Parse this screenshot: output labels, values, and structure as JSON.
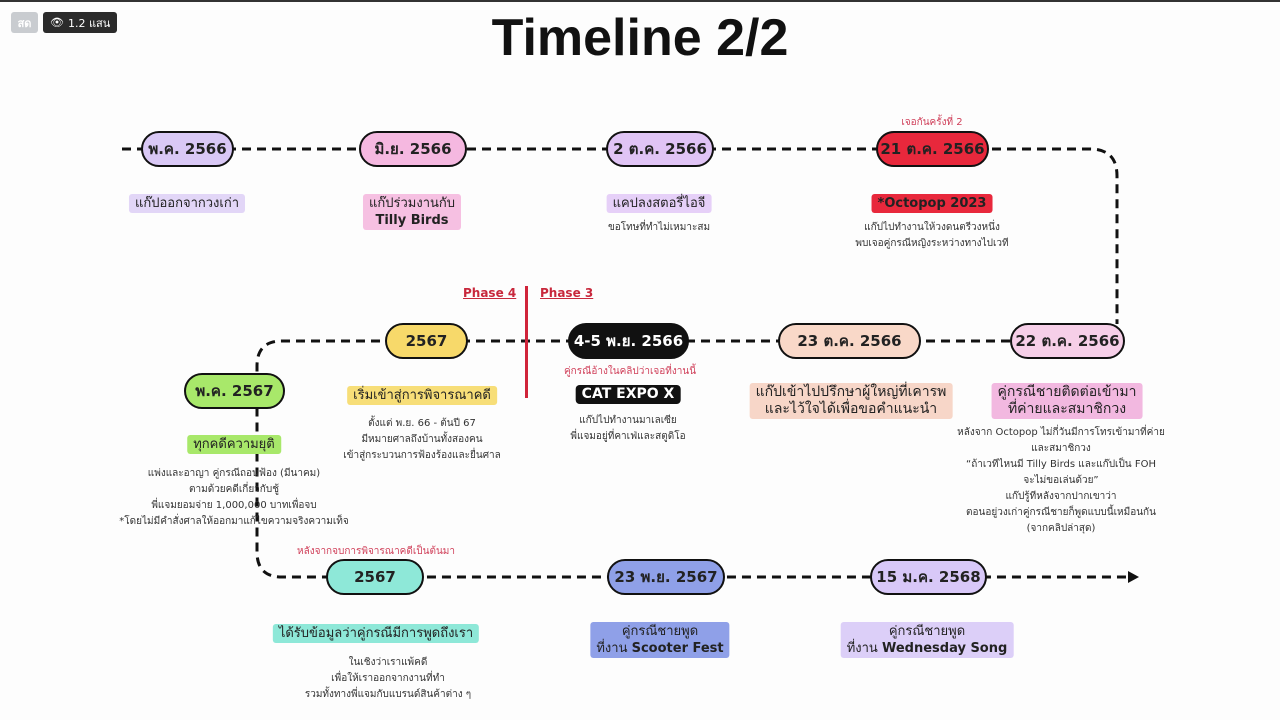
{
  "stream": {
    "live_label": "สด",
    "views": "1.2 แสน",
    "eye_icon": "eye-icon"
  },
  "title": "Timeline 2/2",
  "phases": {
    "left": "Phase 4",
    "right": "Phase 3"
  },
  "colors": {
    "phase_line": "#d0243a",
    "dash": "#111111"
  },
  "events": {
    "e1": {
      "date": "พ.ค. 2566",
      "label": "แก๊ปออกจากวงเก่า"
    },
    "e2": {
      "date": "มิ.ย. 2566",
      "label": "แก๊ปร่วมงานกับ",
      "label_bold": "Tilly Birds"
    },
    "e3": {
      "date": "2 ต.ค. 2566",
      "label": "แคปลงสตอรี่ไอจี",
      "note": "ขอโทษที่ทำไม่เหมาะสม"
    },
    "e4": {
      "date": "21 ต.ค. 2566",
      "top_note": "เจอกันครั้งที่ 2",
      "label": "*Octopop 2023",
      "note1": "แก๊ปไปทำงานให้วงดนตรีวงหนึ่ง",
      "note2": "พบเจอคู่กรณีหญิงระหว่างทางไปเวที"
    },
    "e5": {
      "date": "22 ต.ค. 2566",
      "label1": "คู่กรณีชายติดต่อเข้ามา",
      "label2": "ที่ค่ายและสมาชิกวง",
      "notes": [
        "หลังจาก Octopop ไม่กี่วันมีการโทรเข้ามาที่ค่าย",
        "และสมาชิกวง",
        "“ถ้าเวทีไหนมี Tilly Birds และแก๊ปเป็น FOH",
        "จะไม่ขอเล่นด้วย”",
        "แก๊ปรู้ทีหลังจากปากเขาว่า",
        "ตอนอยู่วงเก่าคู่กรณีชายก็พูดแบบนี้เหมือนกัน",
        "(จากคลิปล่าสุด)"
      ]
    },
    "e6": {
      "date": "23 ต.ค. 2566",
      "label1": "แก๊ปเข้าไปปรึกษาผู้ใหญ่ที่เคารพ",
      "label2": "และไว้ใจได้เพื่อขอคำแนะนำ"
    },
    "e7": {
      "date": "4-5 พ.ย. 2566",
      "top_note": "คู่กรณีอ้างในคลิปว่าเจอที่งานนี้",
      "label": "CAT EXPO X",
      "note1": "แก๊ปไปทำงานมาเลเซีย",
      "note2": "พี่แจมอยู่ที่คาเฟ่และสตูดิโอ"
    },
    "e8": {
      "date": "2567",
      "label": "เริ่มเข้าสู่การพิจารณาคดี",
      "notes": [
        "ตั้งแต่ พ.ย. 66 - ต้นปี 67",
        "มีหมายศาลถึงบ้านทั้งสองคน",
        "เข้าสู่กระบวนการฟ้องร้องและยื่นศาล"
      ]
    },
    "e9": {
      "date": "พ.ค. 2567",
      "label": "ทุกคดีความยุติ",
      "notes": [
        "แพ่งและอาญา คู่กรณีถอนฟ้อง (มีนาคม)",
        "ตามด้วยคดีเกี่ยวกับชู้",
        "พี่แจมยอมจ่าย 1,000,000 บาทเพื่อจบ",
        "*โดยไม่มีคำสั่งศาลให้ออกมาแก้ไขความจริงความเท็จ"
      ]
    },
    "e10": {
      "date": "2567",
      "top_note": "หลังจากจบการพิจารณาคดีเป็นต้นมา",
      "label": "ได้รับข้อมูลว่าคู่กรณีมีการพูดถึงเรา",
      "notes": [
        "ในเชิงว่าเราแพ้คดี",
        "เพื่อให้เราออกจากงานที่ทำ",
        "รวมทั้งทางพี่แจมกับแบรนด์สินค้าต่าง ๆ"
      ]
    },
    "e11": {
      "date": "23 พ.ย. 2567",
      "label1": "คู่กรณีชายพูด",
      "label2_prefix": "ที่งาน ",
      "label2_bold": "Scooter Fest"
    },
    "e12": {
      "date": "15 ม.ค. 2568",
      "label1": "คู่กรณีชายพูด",
      "label2_prefix": "ที่งาน ",
      "label2_bold": "Wednesday Song"
    }
  }
}
